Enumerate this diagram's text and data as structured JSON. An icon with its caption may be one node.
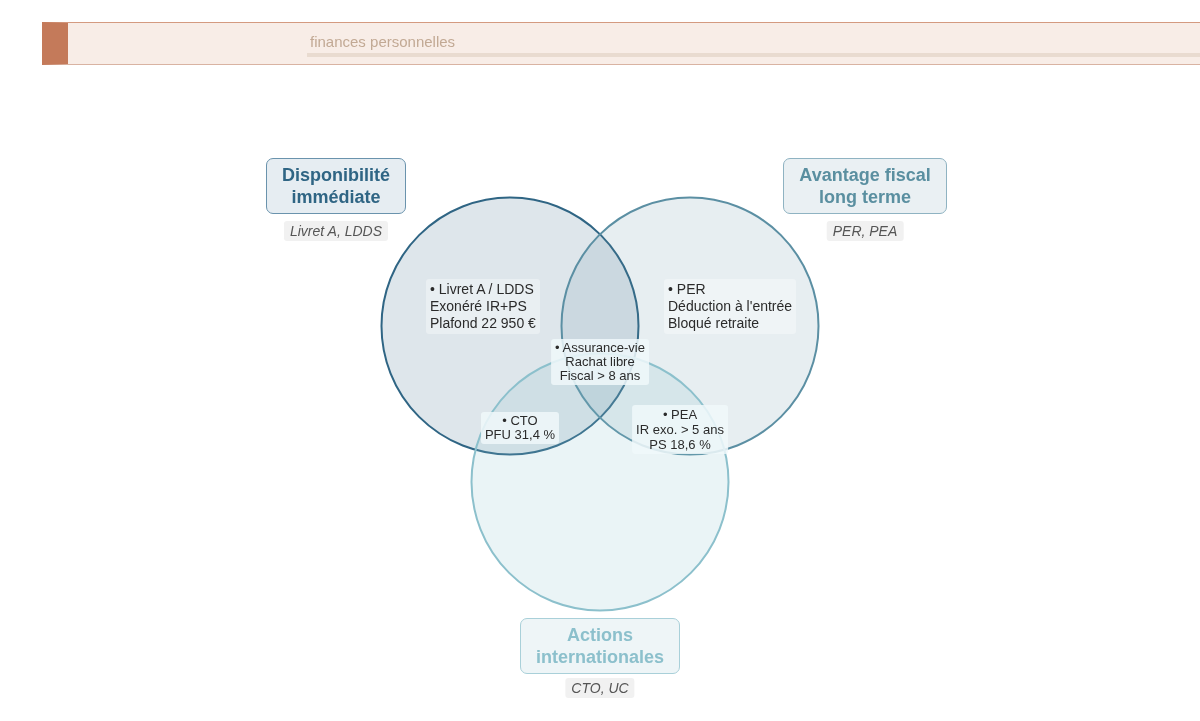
{
  "diagram": {
    "nodes": [
      {
        "text": [
          "Disponibilité immédiate"
        ],
        "beside": [
          "Livret A, LDDS"
        ]
      },
      {
        "text": [
          "Avantage fiscal long terme"
        ],
        "beside": [
          "PER, PEA"
        ]
      },
      {
        "text": [
          "Actions internationales"
        ],
        "beside": [
          "CTO, UC"
        ]
      },
      {
        "text": [
          "• Livret A / LDDS",
          "Exonéré IR+PS",
          "Plafond 22 950 €"
        ],
        "in": 0
      },
      {
        "text": [
          "• PER",
          "Déduction à l'entrée",
          "Bloqué retraite"
        ],
        "in": 1
      },
      {
        "text": [
          "• Assurance-vie",
          "Rachat libre",
          "Fiscal > 8 ans"
        ]
      },
      {
        "text": [
          "• CTO",
          "PFU 31,4 %"
        ]
      },
      {
        "text": [
          "• PEA",
          "IR exo. > 5 ans",
          "PS 18,6 %"
        ]
      }
    ],
    "labels": [
      "finances personnelles"
    ]
  }
}
